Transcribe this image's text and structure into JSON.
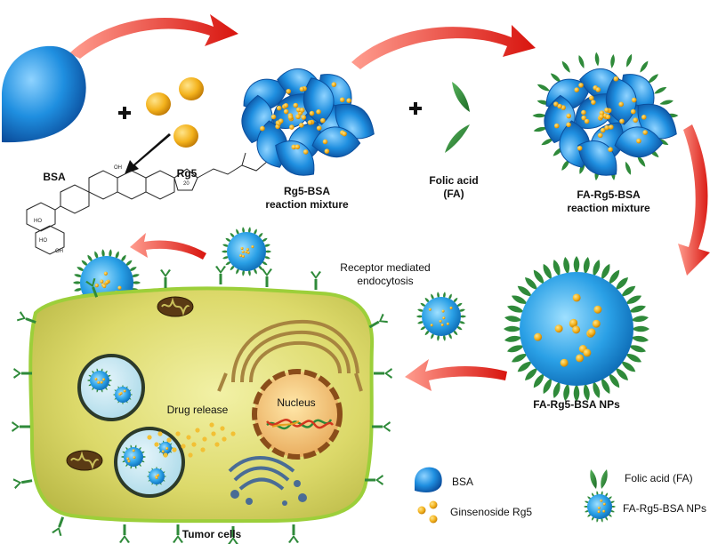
{
  "labels": {
    "bsa": "BSA",
    "rg5": "Rg5",
    "rg5_bsa_line1": "Rg5-BSA",
    "rg5_bsa_line2": "reaction mixture",
    "folic_line1": "Folic acid",
    "folic_line2": "(FA)",
    "fa_rg5_bsa_line1": "FA-Rg5-BSA",
    "fa_rg5_bsa_line2": "reaction mixture",
    "receptor_line1": "Receptor mediated",
    "receptor_line2": "endocytosis",
    "nps": "FA-Rg5-BSA NPs",
    "drug_release": "Drug release",
    "nucleus": "Nucleus",
    "tumor": "Tumor cells"
  },
  "legend": {
    "bsa": "BSA",
    "rg5": "Ginsenoside Rg5",
    "fa": "Folic acid (FA)",
    "nps": "FA-Rg5-BSA NPs"
  },
  "plus_sign": "+",
  "colors": {
    "bsa_blue": "#1f8fe0",
    "rg5_orange": "#f3b21c",
    "folic_green": "#2f8a3a",
    "arrow_red": "#e0201a",
    "cell_fill": "#d8dc6a",
    "cell_border": "#9ccf3a"
  }
}
